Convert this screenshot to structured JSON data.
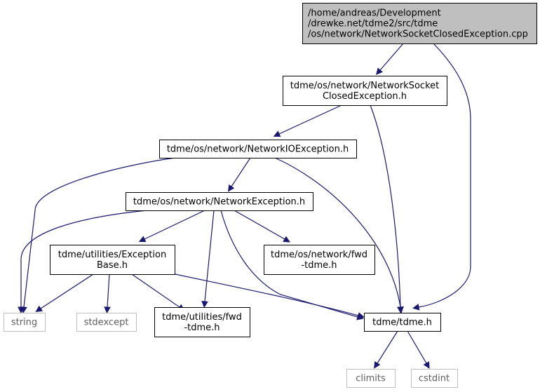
{
  "colors": {
    "root_fill": "#bfbfbf",
    "node_fill": "#ffffff",
    "node_border": "#000000",
    "external_border": "#bfbfbf",
    "external_text": "#606060",
    "edge": "#191970"
  },
  "nodes": [
    {
      "id": "root",
      "name": "root-file-node",
      "kind": "root",
      "lines": [
        "/home/andreas/Development",
        "/drewke.net/tdme2/src/tdme",
        "/os/network/NetworkSocketClosedException.cpp"
      ]
    },
    {
      "id": "nsce",
      "name": "network-socket-closed-exception-h-node",
      "kind": "normal",
      "lines": [
        "tdme/os/network/NetworkSocket",
        "ClosedException.h"
      ]
    },
    {
      "id": "nioe",
      "name": "network-io-exception-h-node",
      "kind": "normal",
      "lines": [
        "tdme/os/network/NetworkIOException.h"
      ]
    },
    {
      "id": "ne",
      "name": "network-exception-h-node",
      "kind": "normal",
      "lines": [
        "tdme/os/network/NetworkException.h"
      ]
    },
    {
      "id": "eb",
      "name": "exception-base-h-node",
      "kind": "normal",
      "lines": [
        "tdme/utilities/Exception",
        "Base.h"
      ]
    },
    {
      "id": "nfwd",
      "name": "network-fwd-tdme-h-node",
      "kind": "normal",
      "lines": [
        "tdme/os/network/fwd",
        "-tdme.h"
      ]
    },
    {
      "id": "str",
      "name": "string-node",
      "kind": "external",
      "lines": [
        "string"
      ]
    },
    {
      "id": "stdx",
      "name": "stdexcept-node",
      "kind": "external",
      "lines": [
        "stdexcept"
      ]
    },
    {
      "id": "ufwd",
      "name": "utilities-fwd-tdme-h-node",
      "kind": "normal",
      "lines": [
        "tdme/utilities/fwd",
        "-tdme.h"
      ]
    },
    {
      "id": "tdme",
      "name": "tdme-h-node",
      "kind": "normal",
      "lines": [
        "tdme/tdme.h"
      ]
    },
    {
      "id": "clim",
      "name": "climits-node",
      "kind": "external",
      "lines": [
        "climits"
      ]
    },
    {
      "id": "cint",
      "name": "cstdint-node",
      "kind": "external",
      "lines": [
        "cstdint"
      ]
    }
  ],
  "edges": [
    {
      "from": "root",
      "to": "nsce"
    },
    {
      "from": "root",
      "to": "tdme"
    },
    {
      "from": "nsce",
      "to": "nioe"
    },
    {
      "from": "nsce",
      "to": "tdme"
    },
    {
      "from": "nioe",
      "to": "ne"
    },
    {
      "from": "nioe",
      "to": "str"
    },
    {
      "from": "nioe",
      "to": "tdme"
    },
    {
      "from": "ne",
      "to": "eb"
    },
    {
      "from": "ne",
      "to": "nfwd"
    },
    {
      "from": "ne",
      "to": "str"
    },
    {
      "from": "ne",
      "to": "ufwd"
    },
    {
      "from": "ne",
      "to": "tdme"
    },
    {
      "from": "eb",
      "to": "str"
    },
    {
      "from": "eb",
      "to": "stdx"
    },
    {
      "from": "eb",
      "to": "ufwd"
    },
    {
      "from": "eb",
      "to": "tdme"
    },
    {
      "from": "tdme",
      "to": "clim"
    },
    {
      "from": "tdme",
      "to": "cint"
    }
  ]
}
